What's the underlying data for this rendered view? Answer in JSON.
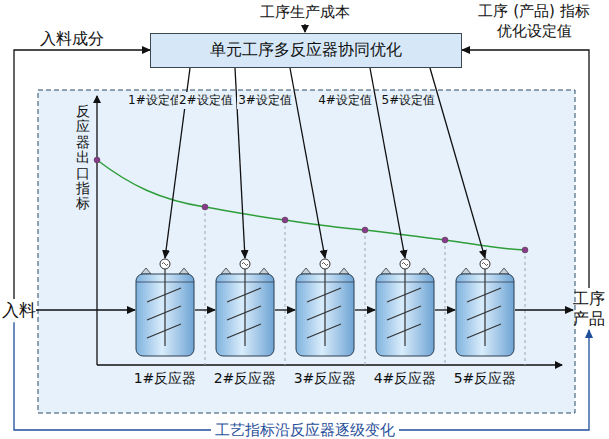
{
  "diagram": {
    "nodes": [
      {
        "text": [
          "单元工序多反应器协同优化"
        ]
      },
      {
        "text": [
          "入料"
        ]
      },
      {
        "text": [
          "1#反应器"
        ]
      },
      {
        "text": [
          "2#反应器"
        ]
      },
      {
        "text": [
          "3#反应器"
        ]
      },
      {
        "text": [
          "4#反应器"
        ]
      },
      {
        "text": [
          "5#反应器"
        ]
      },
      {
        "text": [
          "工序 产品"
        ]
      }
    ],
    "edges": [
      {
        "from": 1,
        "to": 0,
        "label": "入料成分",
        "arrow": "to"
      },
      {
        "from": 7,
        "to": 0,
        "label": "工序 (产品) 指标 优化设定值",
        "arrow": "to"
      },
      {
        "from": 0,
        "to": 2,
        "label": "1#设定值",
        "arrow": "to"
      },
      {
        "from": 0,
        "to": 3,
        "label": "2#设定值",
        "arrow": "to"
      },
      {
        "from": 0,
        "to": 4,
        "label": "3#设定值",
        "arrow": "to"
      },
      {
        "from": 0,
        "to": 5,
        "label": "4#设定值",
        "arrow": "to"
      },
      {
        "from": 0,
        "to": 6,
        "label": "5#设定值",
        "arrow": "to"
      },
      {
        "from": 1,
        "to": 2,
        "arrow": "to"
      },
      {
        "from": 2,
        "to": 3,
        "arrow": "to"
      },
      {
        "from": 3,
        "to": 4,
        "arrow": "to"
      },
      {
        "from": 4,
        "to": 5,
        "arrow": "to"
      },
      {
        "from": 5,
        "to": 6,
        "arrow": "to"
      },
      {
        "from": 6,
        "to": 7,
        "arrow": "to"
      },
      {
        "from": 1,
        "to": 7,
        "label": "工艺指标沿反应器逐级变化",
        "arrow": "to"
      }
    ],
    "labels": [
      "工序生产成本",
      "反应器出口指标"
    ]
  }
}
